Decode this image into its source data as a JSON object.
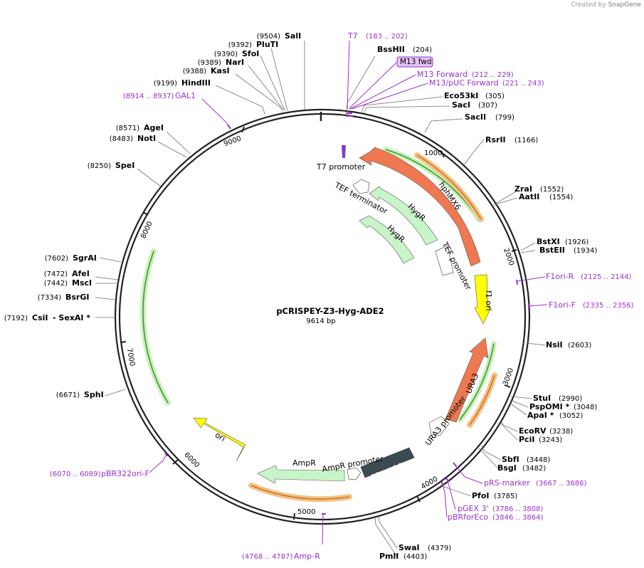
{
  "credit": {
    "prefix": "Created by",
    "brand": "SnapGene"
  },
  "plasmid": {
    "name": "pCRISPEY-Z3-Hyg-ADE2",
    "length_label": "9614 bp"
  },
  "ticks": [
    "1000",
    "2000",
    "3000",
    "4000",
    "5000",
    "6000",
    "7000",
    "8000",
    "9000"
  ],
  "enzymes": [
    {
      "name": "SalI",
      "pos": "(9504)"
    },
    {
      "name": "PluTI",
      "pos": "(9392)"
    },
    {
      "name": "SfoI",
      "pos": "(9390)"
    },
    {
      "name": "NarI",
      "pos": "(9389)"
    },
    {
      "name": "KasI",
      "pos": "(9388)"
    },
    {
      "name": "HindIII",
      "pos": "(9199)"
    },
    {
      "name": "AgeI",
      "pos": "(8571)"
    },
    {
      "name": "NotI",
      "pos": "(8483)"
    },
    {
      "name": "SpeI",
      "pos": "(8250)"
    },
    {
      "name": "SgrAI",
      "pos": "(7602)"
    },
    {
      "name": "AfeI",
      "pos": "(7472)"
    },
    {
      "name": "MscI",
      "pos": "(7442)"
    },
    {
      "name": "BsrGI",
      "pos": "(7334)"
    },
    {
      "name": "CsiI",
      "pos": "(7192)"
    },
    {
      "name": "- SexAI *",
      "pos": ""
    },
    {
      "name": "SphI",
      "pos": "(6671)"
    },
    {
      "name": "BssHII",
      "pos": "(204)"
    },
    {
      "name": "Eco53kI",
      "pos": "(305)"
    },
    {
      "name": "SacI",
      "pos": "(307)"
    },
    {
      "name": "SacII",
      "pos": "(799)"
    },
    {
      "name": "RsrII",
      "pos": "(1166)"
    },
    {
      "name": "ZraI",
      "pos": "(1552)"
    },
    {
      "name": "AatII",
      "pos": "(1554)"
    },
    {
      "name": "BstXI",
      "pos": "(1926)"
    },
    {
      "name": "BstEII",
      "pos": "(1934)"
    },
    {
      "name": "NsiI",
      "pos": "(2603)"
    },
    {
      "name": "StuI",
      "pos": "(2990)"
    },
    {
      "name": "PspOMI *",
      "pos": "(3048)"
    },
    {
      "name": "ApaI *",
      "pos": "(3052)"
    },
    {
      "name": "EcoRV",
      "pos": "(3238)"
    },
    {
      "name": "PciI",
      "pos": "(3243)"
    },
    {
      "name": "SbfI",
      "pos": "(3448)"
    },
    {
      "name": "BsgI",
      "pos": "(3482)"
    },
    {
      "name": "PfoI",
      "pos": "(3785)"
    },
    {
      "name": "SwaI",
      "pos": "(4379)"
    },
    {
      "name": "PmlI",
      "pos": "(4403)"
    }
  ],
  "primers": [
    {
      "name": "T7",
      "pos": "(183 .. 202)"
    },
    {
      "name": "M13 fwd",
      "pos": ""
    },
    {
      "name": "M13 Forward",
      "pos": "(212 .. 229)"
    },
    {
      "name": "M13/pUC Forward",
      "pos": "(221 .. 243)"
    },
    {
      "name": "GAL1",
      "pos": "(8914 .. 8937)"
    },
    {
      "name": "F1ori-R",
      "pos": "(2125 .. 2144)"
    },
    {
      "name": "F1ori-F",
      "pos": "(2335 .. 2356)"
    },
    {
      "name": "pRS-marker",
      "pos": "(3667 .. 3686)"
    },
    {
      "name": "pGEX 3'",
      "pos": "(3786 .. 3808)"
    },
    {
      "name": "pBRforEco",
      "pos": "(3846 .. 3864)"
    },
    {
      "name": "Amp-R",
      "pos": "(4768 .. 4787)"
    },
    {
      "name": "pBR322ori-F",
      "pos": "(6070 .. 6089)"
    }
  ],
  "features": [
    {
      "name": "hphMX6",
      "color": "#f07850"
    },
    {
      "name": "HygR",
      "color": "#c8f5c8"
    },
    {
      "name": "HygR",
      "color": "#c8f5c8"
    },
    {
      "name": "TEF terminator",
      "color": "#ffffff"
    },
    {
      "name": "TEF promoter",
      "color": "#ffffff"
    },
    {
      "name": "T7 promoter",
      "color": "#8040c0"
    },
    {
      "name": "f1 ori",
      "color": "#ffff00"
    },
    {
      "name": "URA3",
      "color": "#f07850"
    },
    {
      "name": "URA3 promoter",
      "color": "#ffffff"
    },
    {
      "name": "CEN/ARS",
      "color": "#3c4a52"
    },
    {
      "name": "AmpR promoter",
      "color": "#ffffff"
    },
    {
      "name": "AmpR",
      "color": "#c8f5c8"
    },
    {
      "name": "ori",
      "color": "#ffff00"
    }
  ],
  "colors": {
    "primer": "#9a2fd0",
    "backbone": "#222222",
    "orf_thin": "#3a9a3a",
    "halo_green": "#ccf0b8",
    "halo_orange": "#f5c088",
    "orf_orange": "#c87818"
  }
}
